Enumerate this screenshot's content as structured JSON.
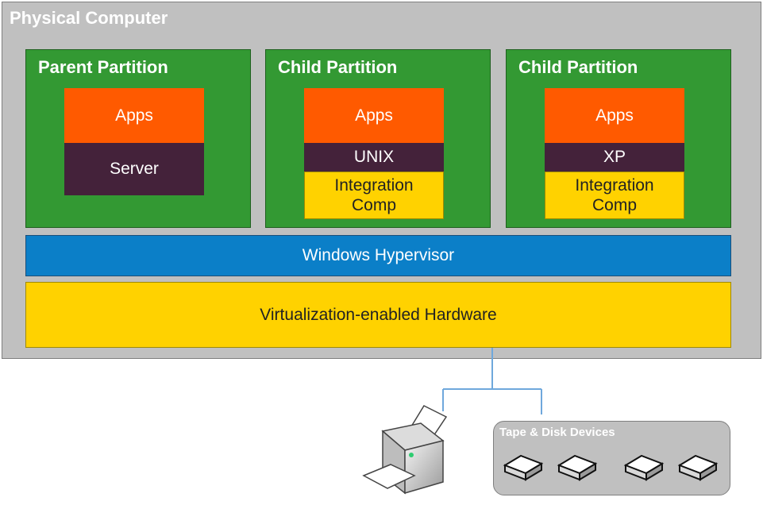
{
  "computer": {
    "title": "Physical Computer"
  },
  "partitions": [
    {
      "title": "Parent Partition",
      "layers": [
        "Apps",
        "Server"
      ]
    },
    {
      "title": "Child Partition",
      "layers": [
        "Apps",
        "UNIX",
        "Integration\nComp"
      ]
    },
    {
      "title": "Child Partition",
      "layers": [
        "Apps",
        "XP",
        "Integration\nComp"
      ]
    }
  ],
  "hypervisor": {
    "label": "Windows Hypervisor"
  },
  "hardware": {
    "label": "Virtualization-enabled Hardware"
  },
  "devices": {
    "title": "Tape & Disk Devices"
  },
  "colors": {
    "computer": "#c0c0c0",
    "partition": "#339933",
    "apps": "#ff5a00",
    "os": "#44223a",
    "integration": "#ffd200",
    "hypervisor": "#0b7fc8",
    "hardware": "#ffd200",
    "connector": "#6fa8dc"
  },
  "icons": {
    "printer": "printer-icon",
    "disk": "disk-drive-icon"
  }
}
